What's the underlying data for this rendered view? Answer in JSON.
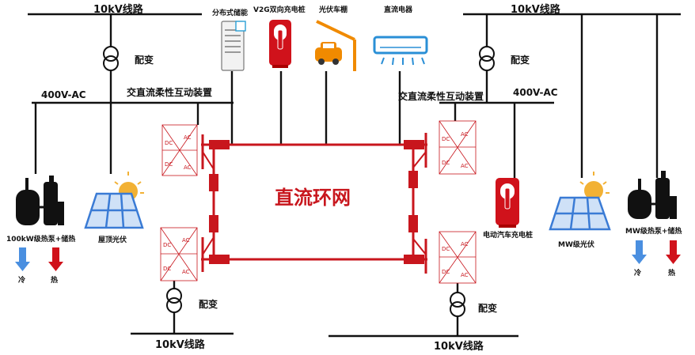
{
  "labels": {
    "line_top_left": "10kV线路",
    "line_top_right": "10kV线路",
    "line_bottom_left": "10kV线路",
    "line_bottom_right": "10kV线路",
    "transformer_top_left": "配变",
    "transformer_top_right": "配变",
    "transformer_bottom_left": "配变",
    "transformer_bottom_right": "配变",
    "ac_bus_left": "400V-AC",
    "ac_bus_right": "400V-AC",
    "interconnect_left": "交直流柔性互动装置",
    "interconnect_right": "交直流柔性互动装置",
    "ring_title": "直流环网",
    "storage": "分布式储能",
    "v2g": "V2G双向充电桩",
    "pv_carport": "光伏车棚",
    "dc_appliance": "直流电器",
    "heat_pump_left": "100kW级热泵+储热",
    "rooftop_pv": "屋顶光伏",
    "ev_charger": "电动汽车充电桩",
    "mw_pv": "MW级光伏",
    "heat_pump_right": "MW级热泵+储热",
    "cold_left": "冷",
    "hot_left": "热",
    "cold_right": "冷",
    "hot_right": "热",
    "conv_dc": "DC",
    "conv_ac": "AC"
  },
  "colors": {
    "ring": "#c8161d",
    "wire": "#111111",
    "cold": "#4a8fe0",
    "hot": "#d0121b",
    "pv_panel": "#3a7bd5",
    "sun": "#f2b134",
    "car": "#f08a00"
  }
}
